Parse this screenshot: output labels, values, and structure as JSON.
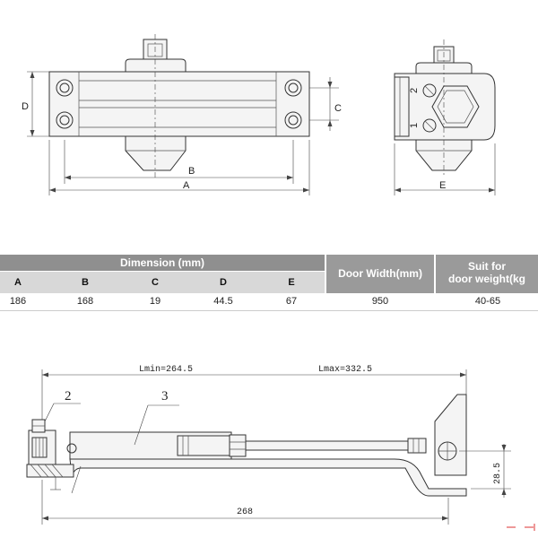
{
  "top_diagram": {
    "dim_a": "A",
    "dim_b": "B",
    "dim_c": "C",
    "dim_d": "D",
    "dim_e": "E",
    "terminal_2": "2",
    "terminal_1": "1"
  },
  "table": {
    "group_header": "Dimension (mm)",
    "columns": [
      "A",
      "B",
      "C",
      "D",
      "E"
    ],
    "values": [
      "186",
      "168",
      "19",
      "44.5",
      "67"
    ],
    "door_width_header": "Door Width(mm)",
    "door_width_value": "950",
    "suit_header_line1": "Suit for",
    "suit_header_line2": "door weight(kg",
    "suit_value": "40-65"
  },
  "arm_diagram": {
    "lmin": "Lmin=264.5",
    "lmax": "Lmax=332.5",
    "callout_2": "2",
    "callout_3": "3",
    "height": "28.5",
    "length": "268"
  }
}
